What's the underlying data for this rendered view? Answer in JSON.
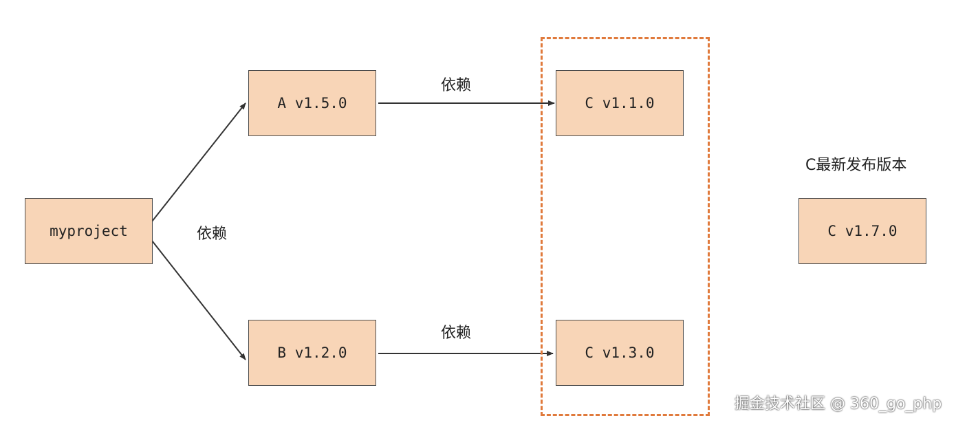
{
  "nodes": {
    "root": "myproject",
    "dep_a": "A v1.5.0",
    "dep_b": "B v1.2.0",
    "c_via_a": "C v1.1.0",
    "c_via_b": "C v1.3.0",
    "c_latest": "C v1.7.0"
  },
  "edge_labels": {
    "root_deps": "依赖",
    "a_to_c": "依赖",
    "b_to_c": "依赖"
  },
  "latest_caption": "C最新发布版本",
  "watermark": "掘金技术社区 @ 360_go_php",
  "colors": {
    "node_fill": "#f8d5b7",
    "node_border": "#4a4a4a",
    "edge": "#333333",
    "group_border": "#e07a3c"
  }
}
